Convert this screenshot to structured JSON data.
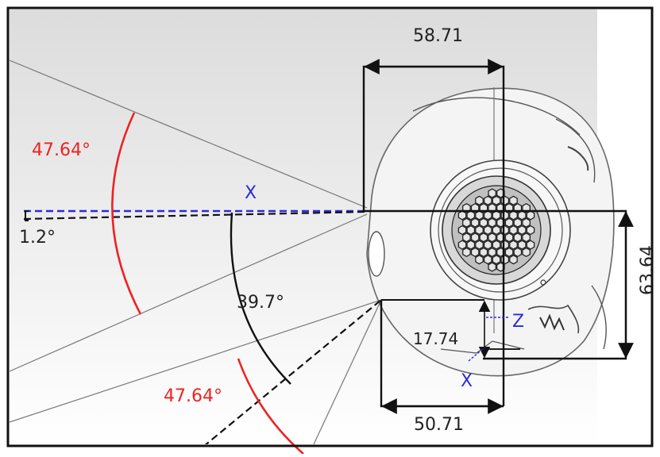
{
  "colors": {
    "red": "#ee2222",
    "blue": "#2b2bdd",
    "black": "#111111",
    "grey_line": "#777777"
  },
  "labels": {
    "top_width": "58.71",
    "bottom_width": "50.71",
    "right_height": "63.64",
    "small_height": "17.74",
    "angle_upper_red": "47.64°",
    "angle_lower_red": "47.64°",
    "angle_small": "1.2°",
    "angle_black": "39.7°",
    "axis_x_upper": "X",
    "axis_x_lower": "X",
    "axis_z": "Z"
  }
}
